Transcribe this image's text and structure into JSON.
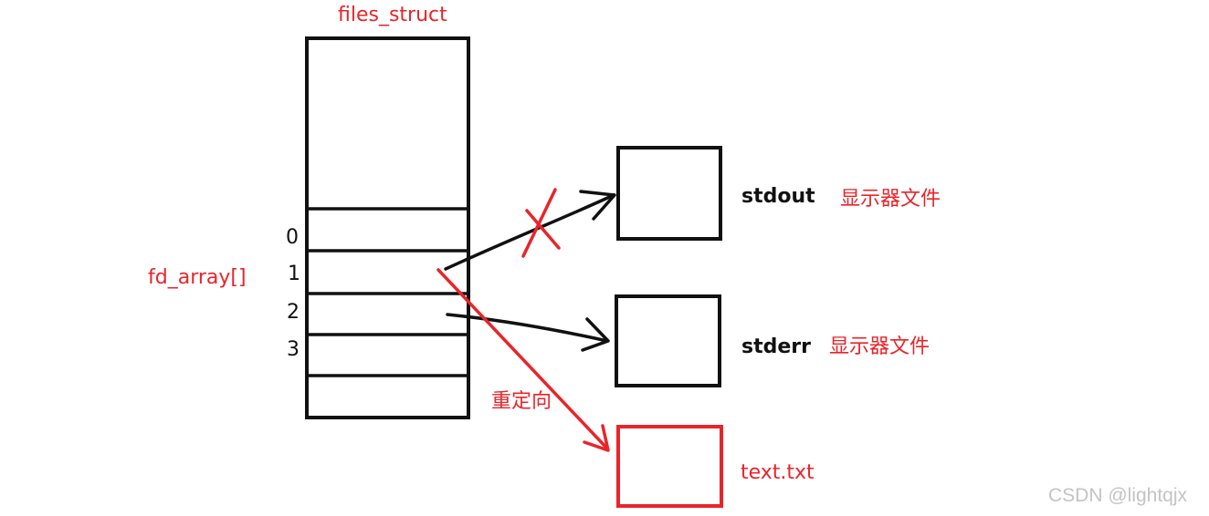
{
  "title": "files_struct",
  "array_label": "fd_array[]",
  "indices": [
    "0",
    "1",
    "2",
    "3"
  ],
  "targets": {
    "stdout": {
      "name": "stdout",
      "desc": "显示器文件"
    },
    "stderr": {
      "name": "stderr",
      "desc": "显示器文件"
    },
    "file": {
      "name": "text.txt"
    }
  },
  "redirect_label": "重定向",
  "watermark": "CSDN @lightqjx",
  "colors": {
    "red": "#e8252a",
    "black": "#111111"
  }
}
